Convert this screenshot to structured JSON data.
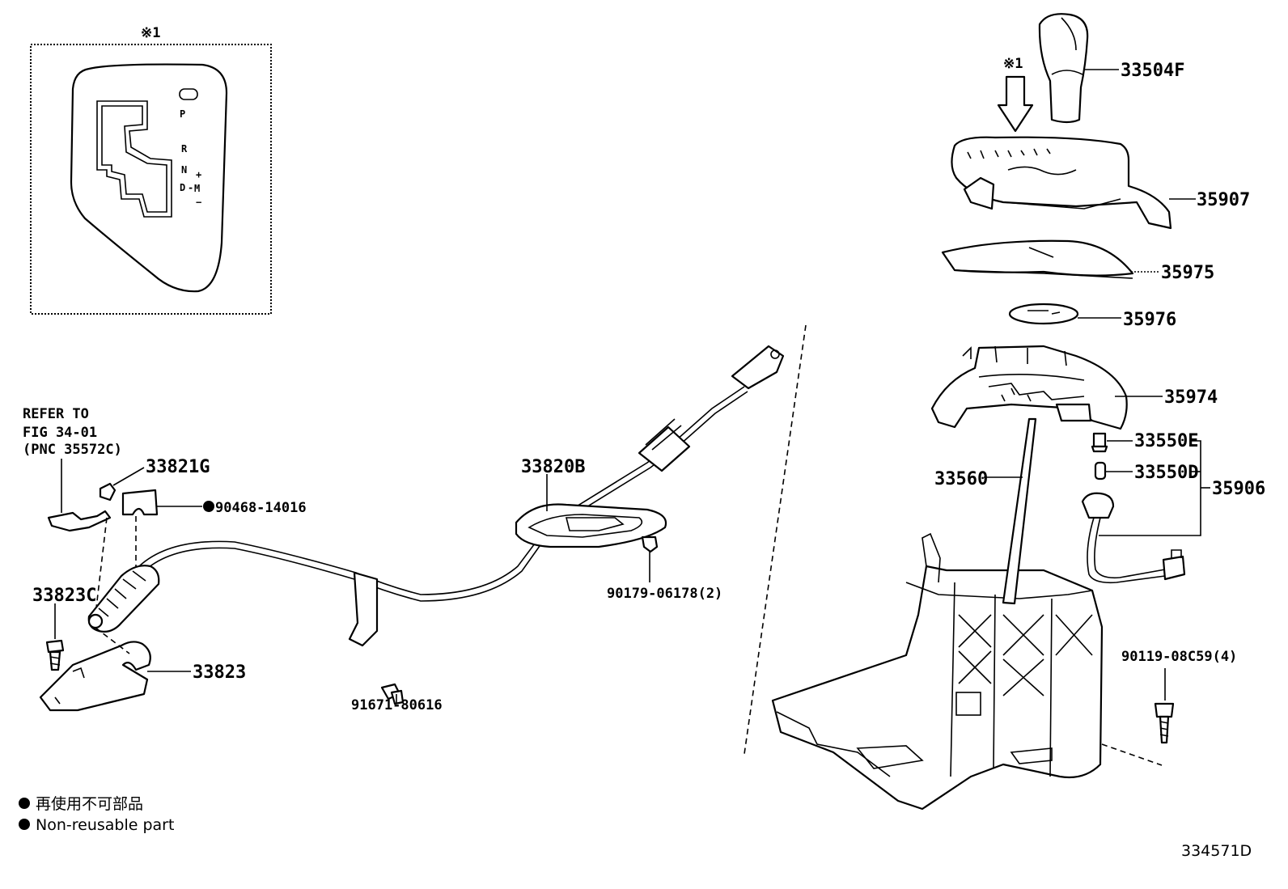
{
  "callout": {
    "inset_mark": "※1",
    "arrow_mark": "※1"
  },
  "gear_labels": {
    "p": "P",
    "r": "R",
    "n": "N",
    "d": "D",
    "m": "M",
    "plus": "+",
    "minus": "−"
  },
  "parts": {
    "p33504F": "33504F",
    "p35907": "35907",
    "p35975": "35975",
    "p35976": "35976",
    "p35974": "35974",
    "p33550E": "33550E",
    "p33550D": "33550D",
    "p35906": "35906",
    "p33560": "33560",
    "p90119": "90119-08C59(4)",
    "p33820B": "33820B",
    "p90179": "90179-06178(2)",
    "p33821G": "33821G",
    "p90468": "90468-14016",
    "p33823C": "33823C",
    "p33823": "33823",
    "p91671": "91671-80616"
  },
  "reference_note": {
    "line1": "REFER TO",
    "line2": "FIG 34-01",
    "line3": "(PNC 35572C)"
  },
  "legend": {
    "line_jp": "再使用不可部品",
    "line_en": "Non-reusable part"
  },
  "figure_id": "334571D"
}
